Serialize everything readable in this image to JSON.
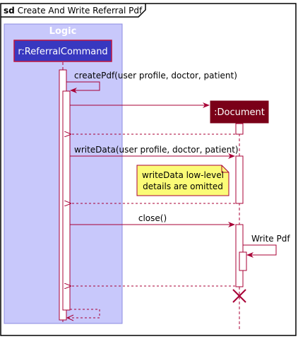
{
  "frame": {
    "keyword": "sd",
    "title": "Create And Write Referral Pdf"
  },
  "group": {
    "title": "Logic"
  },
  "participants": {
    "command": "r:ReferralCommand",
    "document": ":Document"
  },
  "messages": {
    "create_pdf": "createPdf(user profile, doctor, patient)",
    "write_data": "writeData(user profile, doctor, patient)",
    "close": "close()",
    "write_pdf": "Write Pdf"
  },
  "note": {
    "line1": "writeData low-level",
    "line2": "details are omitted"
  },
  "colors": {
    "group_fill": "#c8c8fb",
    "group_border": "#8c8ce0",
    "group_title": "#ffffff",
    "command_fill": "#3838c0",
    "command_border": "#c0143c",
    "document_fill": "#7a0018",
    "arrow": "#a80036",
    "activation_border": "#a80036",
    "note_fill": "#fbfb77",
    "note_border": "#a80036"
  }
}
